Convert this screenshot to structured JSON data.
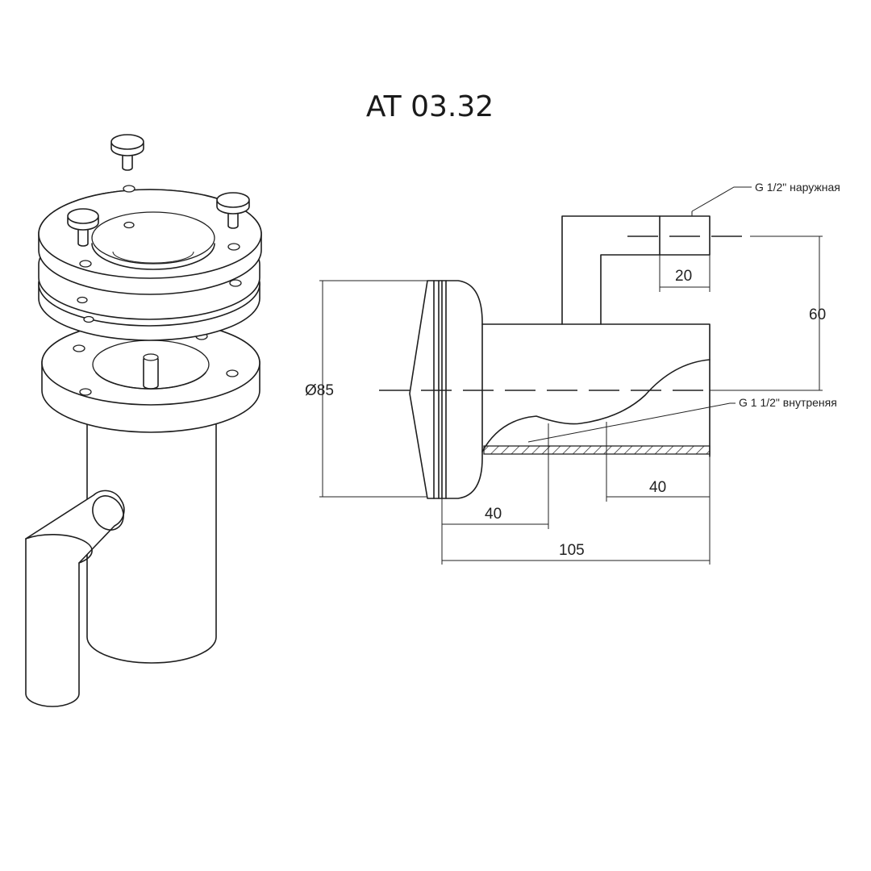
{
  "title": "AT 03.32",
  "dimensions": {
    "diameter": "Ø85",
    "height_60": "60",
    "width_20": "20",
    "left_40": "40",
    "right_40": "40",
    "total_105": "105"
  },
  "callouts": {
    "outer_thread": "G 1/2\" наружная",
    "inner_thread": "G 1 1/2\" внутреняя"
  }
}
